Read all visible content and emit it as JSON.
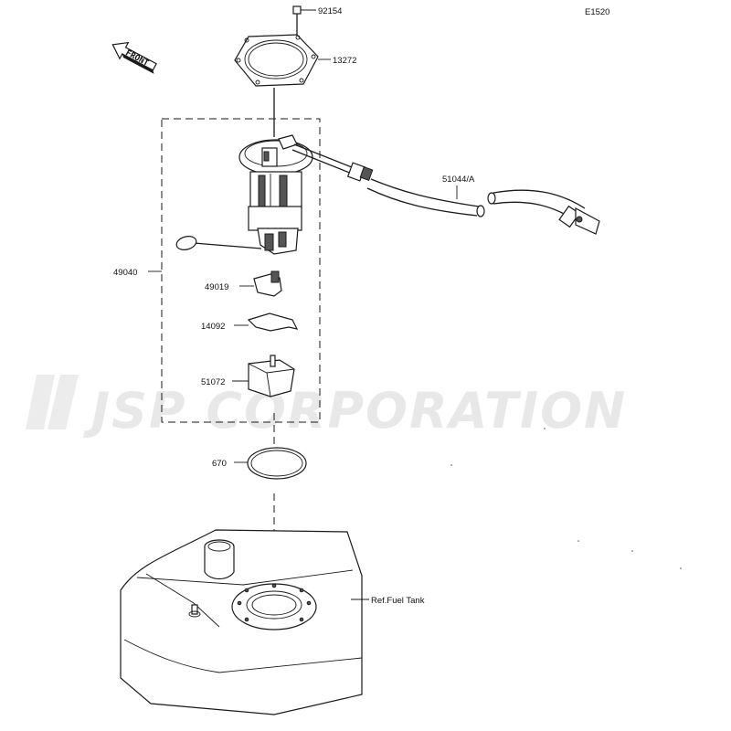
{
  "diagram_code": "E1520",
  "watermark": "JSP CORPORATION",
  "front_label": "FRONT",
  "labels": {
    "bolt": "92154",
    "gasket_plate": "13272",
    "hose": "51044/A",
    "pump_assy": "49040",
    "gauge": "49019",
    "holder": "14092",
    "filter": "51072",
    "o_ring": "670",
    "fuel_tank": "Ref.Fuel Tank"
  },
  "colors": {
    "line": "#1a1a1a",
    "watermark": "#e8e8e8",
    "background": "#ffffff"
  }
}
